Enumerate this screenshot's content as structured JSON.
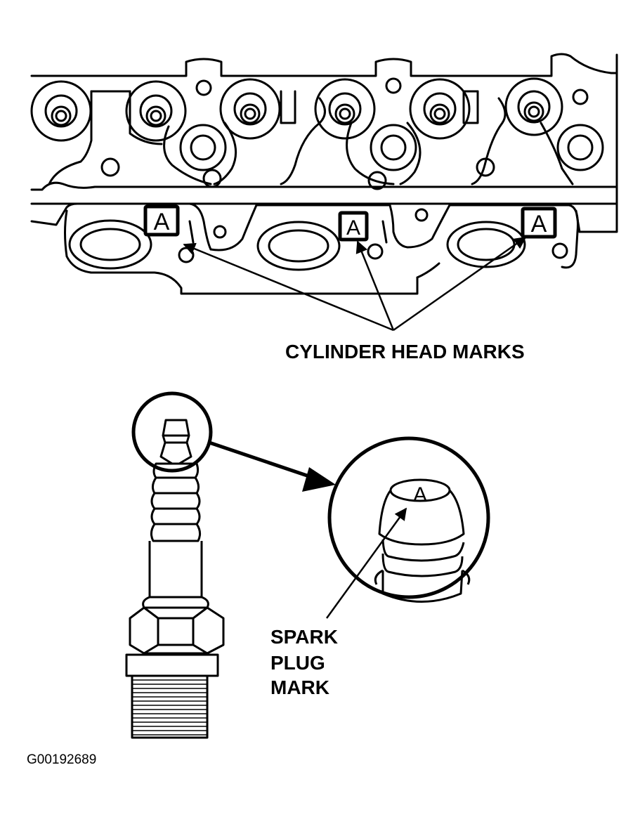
{
  "labels": {
    "cylinder_head_marks": "CYLINDER HEAD MARKS",
    "spark_plug_mark": [
      "SPARK",
      "PLUG",
      "MARK"
    ],
    "figure_code": "G00192689"
  },
  "marks": {
    "cylinder_mark_letter": "A",
    "plug_mark_letter": "A"
  },
  "colors": {
    "ink": "#000000",
    "paper": "#ffffff"
  }
}
